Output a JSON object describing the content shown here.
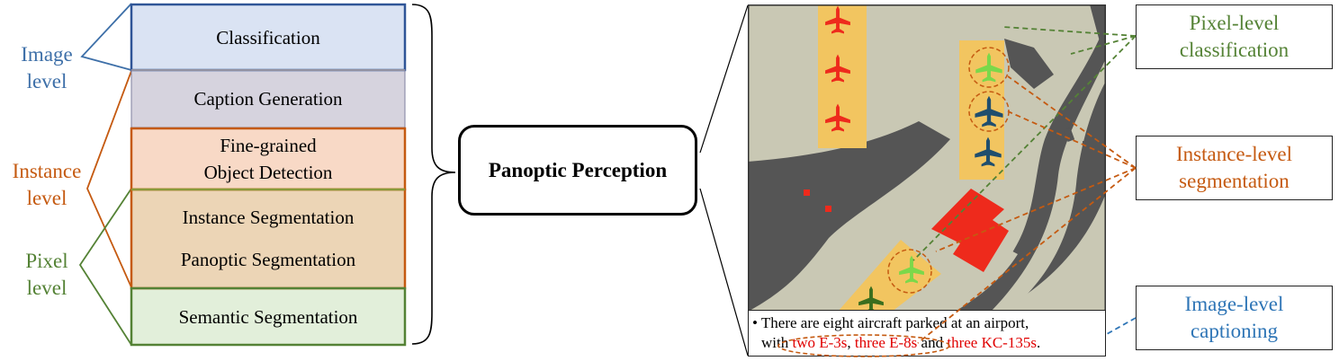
{
  "tasks": {
    "classification": "Classification",
    "caption": "Caption Generation",
    "detection_line1": "Fine-grained",
    "detection_line2": "Object Detection",
    "instance_seg": "Instance Segmentation",
    "panoptic_seg": "Panoptic Segmentation",
    "semantic_seg": "Semantic Segmentation"
  },
  "levels": {
    "image_1": "Image",
    "image_2": "level",
    "instance_1": "Instance",
    "instance_2": "level",
    "pixel_1": "Pixel",
    "pixel_2": "level"
  },
  "center_label": "Panoptic Perception",
  "callouts": {
    "pixel_1": "Pixel-level",
    "pixel_2": "classification",
    "instance_1": "Instance-level",
    "instance_2": "segmentation",
    "image_1": "Image-level",
    "image_2": "captioning"
  },
  "caption": {
    "bullet": "•",
    "line1": "There are eight aircraft parked at an airport,",
    "with": "with",
    "item1": "two E-3s",
    "sep1": ",",
    "item2": "three E-8s",
    "and": "and",
    "item3": "three KC-135s",
    "end": "."
  },
  "colors": {
    "image_level": "#3d6fa8",
    "instance_level": "#c55a11",
    "pixel_level": "#548235",
    "red_text": "#e00000",
    "e3_green": "#7bd84a",
    "e8_blue": "#1f4e6e",
    "kc_red": "#ee2a1c",
    "apron": "#f2c560",
    "ground": "#c9c8b4",
    "dark": "#555555"
  }
}
